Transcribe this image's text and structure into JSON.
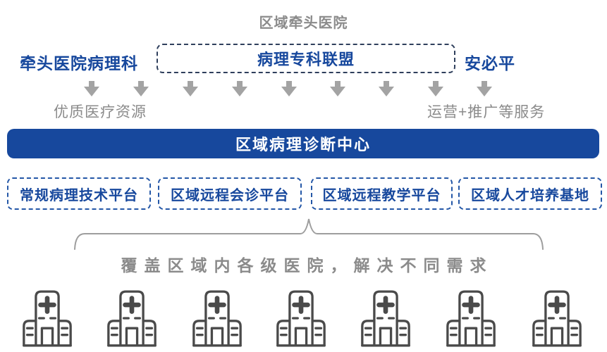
{
  "colors": {
    "primary_blue": "#17489d",
    "gray_text": "#8b8b8b",
    "arrow_gray": "#a3a3a3",
    "brace_gray": "#9e9e9e",
    "hospital_icon_gray": "#4a4a4a",
    "alliance_border": "#2f3f5c",
    "platform_border": "#2457a7"
  },
  "header": {
    "title": "区域牵头医院"
  },
  "top_row": {
    "left_label": "牵头医院病理科",
    "alliance_label": "病理专科联盟",
    "right_label": "安必平"
  },
  "flow": {
    "arrow_count": 9,
    "left_caption": "优质医疗资源",
    "right_caption": "运营+推广等服务"
  },
  "center_bar": {
    "label": "区域病理诊断中心"
  },
  "platforms": [
    {
      "label": "常规病理技术平台"
    },
    {
      "label": "区域远程会诊平台"
    },
    {
      "label": "区域远程教学平台"
    },
    {
      "label": "区域人才培养基地"
    }
  ],
  "coverage": {
    "caption": "覆盖区域内各级医院，解决不同需求",
    "hospital_count": 7
  }
}
